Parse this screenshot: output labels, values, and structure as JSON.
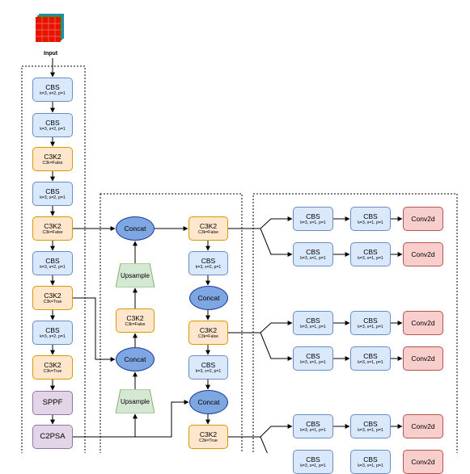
{
  "input": {
    "label": "Input"
  },
  "backbone": [
    {
      "title": "CBS",
      "sub": "k=3, s=2, p=1"
    },
    {
      "title": "CBS",
      "sub": "k=3, s=2, p=1"
    },
    {
      "title": "C3K2",
      "sub": "C3k=False"
    },
    {
      "title": "CBS",
      "sub": "k=3, s=2, p=1"
    },
    {
      "title": "C3K2",
      "sub": "C3k=False"
    },
    {
      "title": "CBS",
      "sub": "k=3, s=2, p=1"
    },
    {
      "title": "C3K2",
      "sub": "C3k=True"
    },
    {
      "title": "CBS",
      "sub": "k=3, s=2, p=1"
    },
    {
      "title": "C3K2",
      "sub": "C3k=True"
    },
    {
      "title": "SPPF",
      "sub": ""
    },
    {
      "title": "C2PSA",
      "sub": ""
    }
  ],
  "neck": {
    "concat_label": "Concat",
    "upsample_label": "Upsample",
    "c3k2_left": {
      "title": "C3K2",
      "sub": "C3k=False"
    },
    "c3k2_top": {
      "title": "C3K2",
      "sub": "C3k=False"
    },
    "cbs_mid1": {
      "title": "CBS",
      "sub": "k=3, s=2, p=1"
    },
    "c3k2_mid": {
      "title": "C3K2",
      "sub": "C3k=False"
    },
    "cbs_mid2": {
      "title": "CBS",
      "sub": "k=3, s=2, p=1"
    },
    "c3k2_bottom": {
      "title": "C3K2",
      "sub": "C3k=True"
    }
  },
  "head": {
    "cbs_title": "CBS",
    "cbs_sub": "k=3, s=1, p=1",
    "conv_label": "Conv2d"
  },
  "colors": {
    "blue_fill": "#dae8fc",
    "blue_stroke": "#6c8ebf",
    "orange_fill": "#ffe6cc",
    "orange_stroke": "#d79b00",
    "purple_fill": "#e1d5e7",
    "red_fill": "#f8cecc",
    "green_fill": "#d5e8d4",
    "concat_fill": "#7ea6e0",
    "input_red": "#e51400"
  }
}
